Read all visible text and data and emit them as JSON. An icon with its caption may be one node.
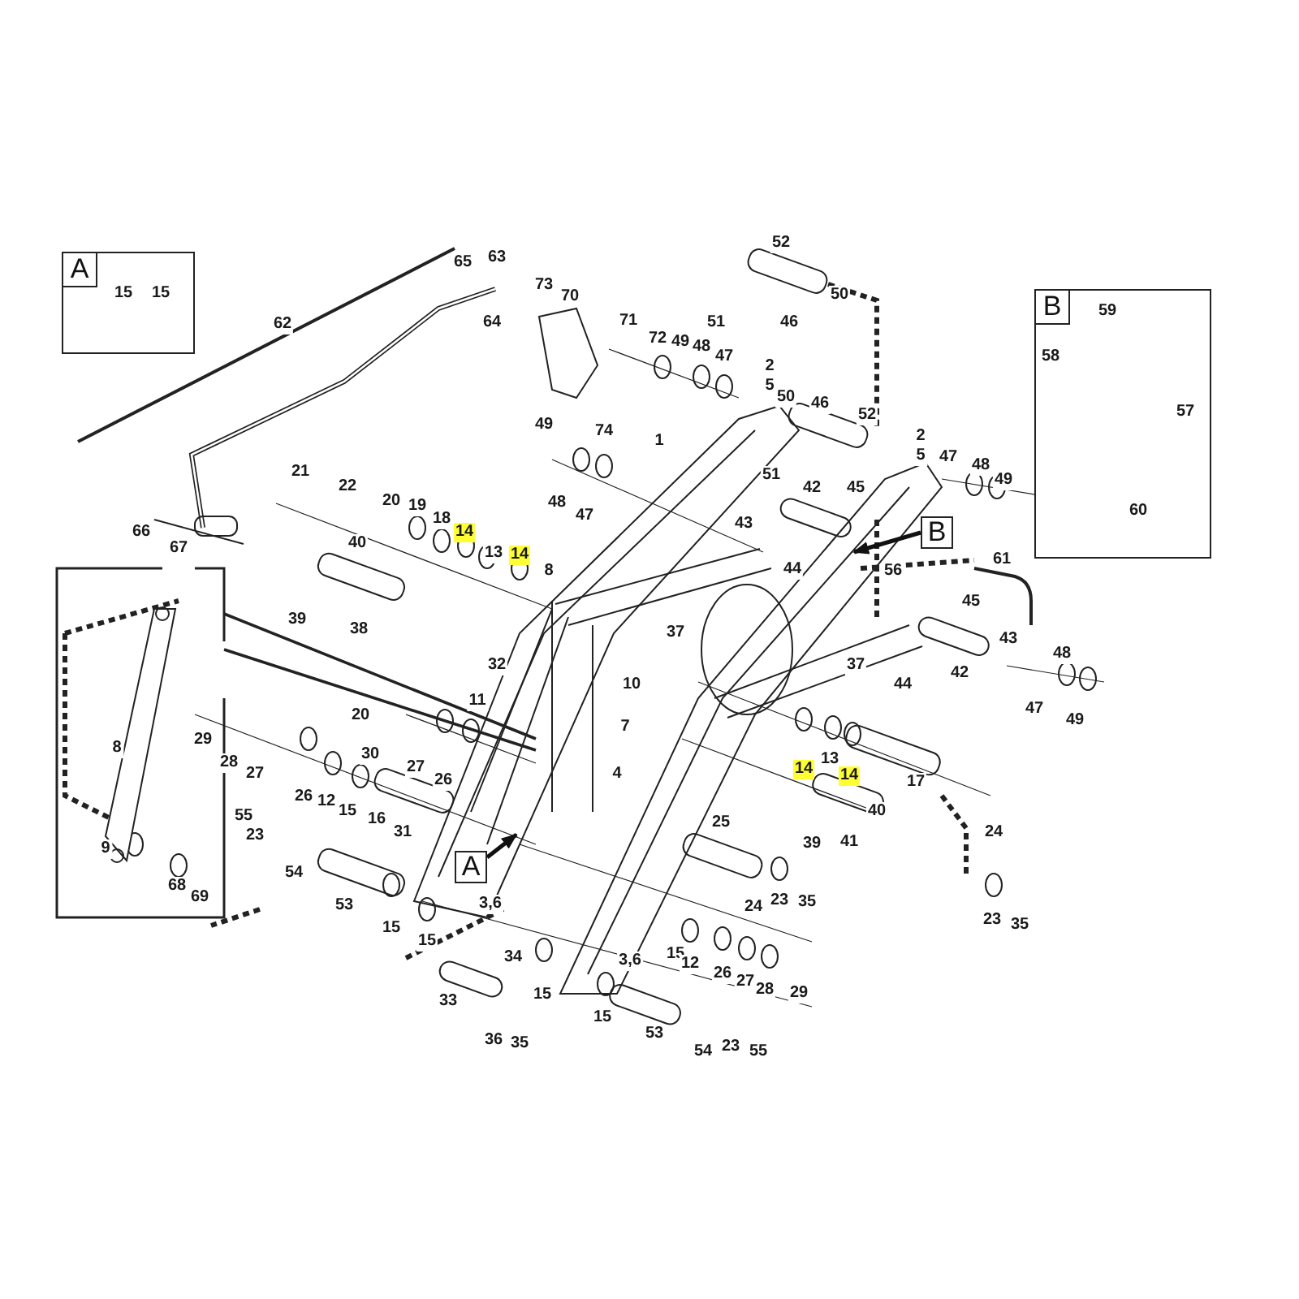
{
  "diagram": {
    "nodes": [
      {
        "text": [
          "A"
        ]
      },
      {
        "text": [
          "B"
        ]
      },
      {
        "text": [
          "A"
        ]
      },
      {
        "text": [
          "B"
        ]
      }
    ],
    "edges": [
      {
        "from": 2,
        "to": null,
        "arrow": "to"
      },
      {
        "from": 3,
        "to": null,
        "arrow": "to"
      }
    ],
    "labels": [
      "15",
      "15",
      "62",
      "65",
      "63",
      "64",
      "73",
      "70",
      "52",
      "50",
      "51",
      "46",
      "71",
      "72",
      "49",
      "48",
      "47",
      "59",
      "58",
      "57",
      "60",
      "2",
      "5",
      "50",
      "46",
      "52",
      "2",
      "5",
      "49",
      "74",
      "1",
      "47",
      "48",
      "49",
      "51",
      "42",
      "45",
      "21",
      "22",
      "20",
      "19",
      "18",
      "14",
      "66",
      "48",
      "47",
      "43",
      "40",
      "13",
      "14",
      "67",
      "8",
      "44",
      "56",
      "61",
      "45",
      "39",
      "38",
      "37",
      "43",
      "48",
      "32",
      "37",
      "42",
      "44",
      "10",
      "11",
      "47",
      "20",
      "49",
      "7",
      "29",
      "8",
      "30",
      "14",
      "13",
      "28",
      "27",
      "27",
      "4",
      "14",
      "26",
      "17",
      "26",
      "12",
      "15",
      "40",
      "55",
      "16",
      "25",
      "31",
      "24",
      "23",
      "39",
      "41",
      "9",
      "54",
      "68",
      "3,6",
      "69",
      "23",
      "35",
      "24",
      "53",
      "23",
      "35",
      "15",
      "15",
      "15",
      "34",
      "3,6",
      "12",
      "26",
      "27",
      "28",
      "29",
      "15",
      "33",
      "15",
      "53",
      "36",
      "35",
      "23",
      "54",
      "55"
    ]
  }
}
